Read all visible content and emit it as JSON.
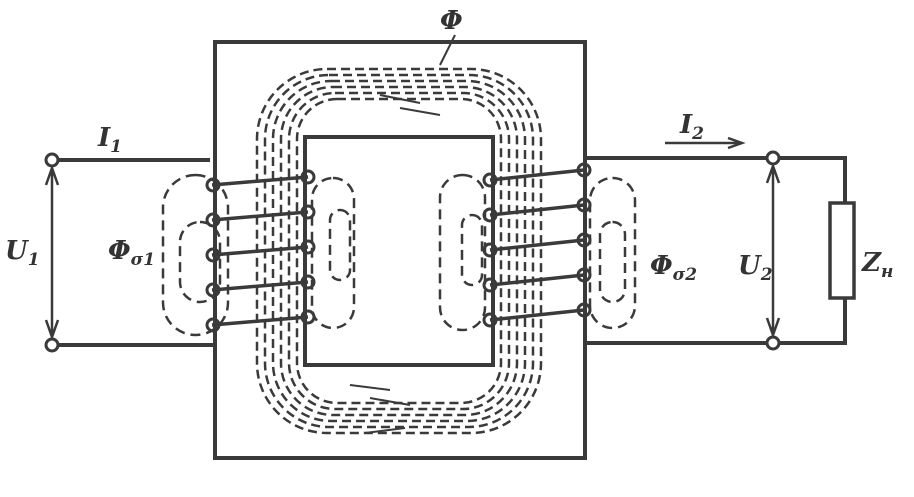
{
  "title": "Transformer with load: magnetic flux and leakage fluxes",
  "colors": {
    "ink": "#3a3a3a",
    "background": "#ffffff"
  },
  "labels": {
    "main_flux": {
      "sym": "Φ",
      "sub": ""
    },
    "primary_current": {
      "sym": "I",
      "sub": "1"
    },
    "secondary_current": {
      "sym": "I",
      "sub": "2"
    },
    "primary_voltage": {
      "sym": "U",
      "sub": "1"
    },
    "secondary_voltage": {
      "sym": "U",
      "sub": "2"
    },
    "primary_leakage_flux": {
      "sym": "Φ",
      "sub": "σ1"
    },
    "secondary_leakage_flux": {
      "sym": "Φ",
      "sub": "σ2"
    },
    "load_impedance": {
      "sym": "Z",
      "sub": "н"
    }
  }
}
